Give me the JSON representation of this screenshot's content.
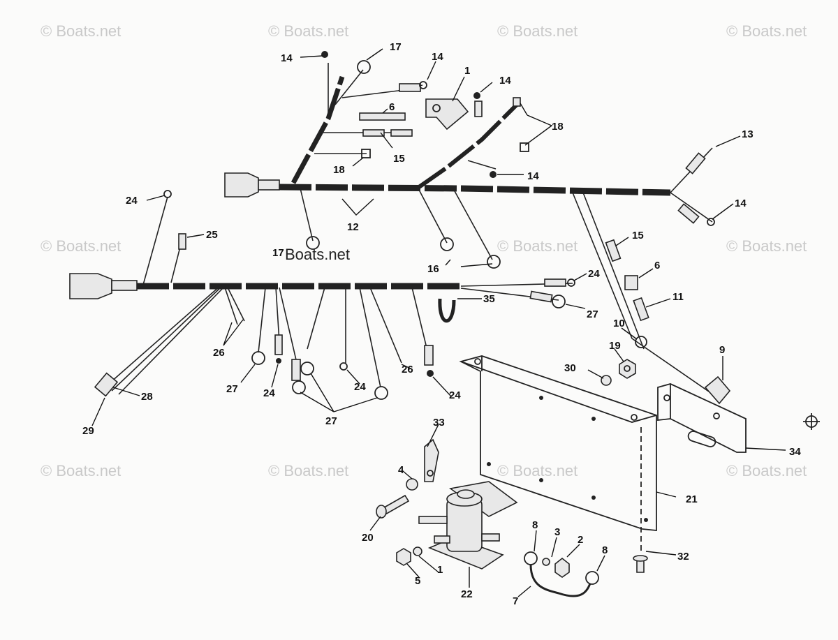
{
  "watermark": {
    "text": "© Boats.net",
    "inline_text": "Boats.net"
  },
  "callouts": [
    {
      "id": "c1",
      "text": "1"
    },
    {
      "id": "c2",
      "text": "2"
    },
    {
      "id": "c3",
      "text": "3"
    },
    {
      "id": "c4",
      "text": "4"
    },
    {
      "id": "c5",
      "text": "5"
    },
    {
      "id": "c6a",
      "text": "6"
    },
    {
      "id": "c6b",
      "text": "6"
    },
    {
      "id": "c7",
      "text": "7"
    },
    {
      "id": "c8a",
      "text": "8"
    },
    {
      "id": "c8b",
      "text": "8"
    },
    {
      "id": "c9",
      "text": "9"
    },
    {
      "id": "c10",
      "text": "10"
    },
    {
      "id": "c11",
      "text": "11"
    },
    {
      "id": "c12",
      "text": "12"
    },
    {
      "id": "c13",
      "text": "13"
    },
    {
      "id": "c14a",
      "text": "14"
    },
    {
      "id": "c14b",
      "text": "14"
    },
    {
      "id": "c14c",
      "text": "14"
    },
    {
      "id": "c14d",
      "text": "14"
    },
    {
      "id": "c14e",
      "text": "14"
    },
    {
      "id": "c15a",
      "text": "15"
    },
    {
      "id": "c15b",
      "text": "15"
    },
    {
      "id": "c16",
      "text": "16"
    },
    {
      "id": "c17a",
      "text": "17"
    },
    {
      "id": "c17b",
      "text": "17"
    },
    {
      "id": "c18a",
      "text": "18"
    },
    {
      "id": "c18b",
      "text": "18"
    },
    {
      "id": "c19",
      "text": "19"
    },
    {
      "id": "c20",
      "text": "20"
    },
    {
      "id": "c21",
      "text": "21"
    },
    {
      "id": "c22",
      "text": "22"
    },
    {
      "id": "c24a",
      "text": "24"
    },
    {
      "id": "c24b",
      "text": "24"
    },
    {
      "id": "c24c",
      "text": "24"
    },
    {
      "id": "c24d",
      "text": "24"
    },
    {
      "id": "c24e",
      "text": "24"
    },
    {
      "id": "c25",
      "text": "25"
    },
    {
      "id": "c26a",
      "text": "26"
    },
    {
      "id": "c26b",
      "text": "26"
    },
    {
      "id": "c27a",
      "text": "27"
    },
    {
      "id": "c27b",
      "text": "27"
    },
    {
      "id": "c27c",
      "text": "27"
    },
    {
      "id": "c28",
      "text": "28"
    },
    {
      "id": "c29",
      "text": "29"
    },
    {
      "id": "c30",
      "text": "30"
    },
    {
      "id": "c32",
      "text": "32"
    },
    {
      "id": "c33",
      "text": "33"
    },
    {
      "id": "c34",
      "text": "34"
    },
    {
      "id": "c35",
      "text": "35"
    }
  ]
}
